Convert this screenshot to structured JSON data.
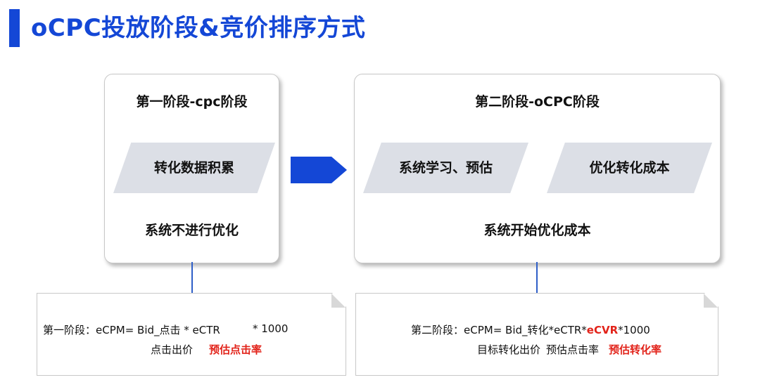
{
  "page_title": "oCPC投放阶段&竞价排序方式",
  "stage1": {
    "heading": "第一阶段-cpc阶段",
    "parallelogram": "转化数据积累",
    "footer": "系统不进行优化"
  },
  "stage2": {
    "heading": "第二阶段-oCPC阶段",
    "parallelogram_left": "系统学习、预估",
    "parallelogram_right": "优化转化成本",
    "footer": "系统开始优化成本"
  },
  "formula1": {
    "prefix": "第一阶段：eCPM= Bid_点击 * eCTR",
    "suffix": "* 1000",
    "label_bid": "点击出价",
    "label_ctr": "预估点击率"
  },
  "formula2": {
    "prefix": "第二阶段：eCPM= Bid_转化*eCTR*",
    "highlight": "eCVR",
    "suffix": "*1000",
    "label_bid": "目标转化出价",
    "label_ctr": "预估点击率",
    "label_cvr": "预估转化率"
  },
  "colors": {
    "accent": "#1447d6",
    "highlight": "#e2231a",
    "parallelogram": "#dcdfe6"
  }
}
